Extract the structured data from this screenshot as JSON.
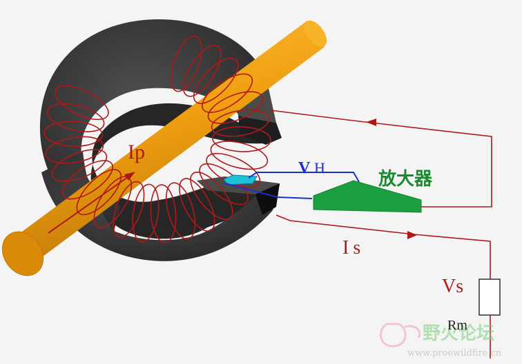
{
  "labels": {
    "primary_current": "Ip",
    "hall_voltage_v": "V",
    "hall_voltage_h": "H",
    "amplifier": "放大器",
    "secondary_current": "Is",
    "output_voltage": "Vs",
    "resistor": "Rm",
    "watermark_cn": "野火论坛",
    "watermark_url": "www.proewildfire.cn"
  },
  "colors": {
    "background": "#f4f4f4",
    "core": "#353535",
    "core_top": "#4a4a48",
    "conductor": "#f0a010",
    "winding": "#b01818",
    "wire": "#b01818",
    "hall_wire": "#1a2fd0",
    "amplifier": "#1aa040",
    "hall_sensor": "#20c0d8",
    "label_red": "#b01818",
    "label_blue": "#1a2fd0",
    "label_green": "#1a8a30"
  }
}
